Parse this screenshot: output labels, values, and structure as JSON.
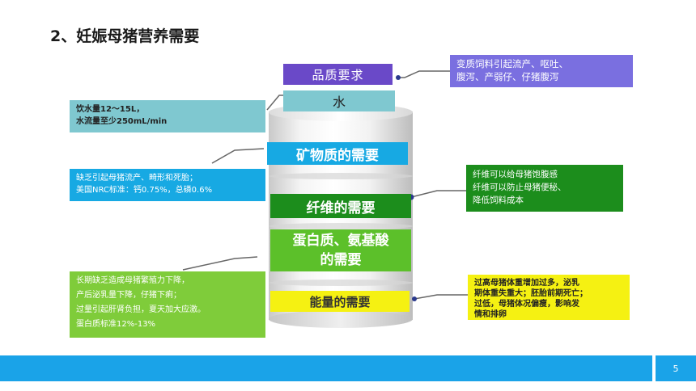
{
  "title": "2、妊娠母猪营养需要",
  "bands": {
    "quality": "品质要求",
    "water": "水",
    "mineral": "矿物质的需要",
    "fiber": "纤维的需要",
    "protein": "蛋白质、氨基酸的需要",
    "energy": "能量的需要"
  },
  "notes": {
    "quality": [
      "变质饲料引起流产、呕吐、",
      "腹泻、产弱仔、仔猪腹泻"
    ],
    "water": [
      "饮水量12～15L，",
      "水流量至少250mL/min"
    ],
    "mineral": [
      "缺乏引起母猪流产、畸形和死胎；",
      "美国NRC标准：钙0.75%，总磷0.6%"
    ],
    "fiber": [
      "纤维可以给母猪饱腹感",
      "纤维可以防止母猪便秘、",
      "降低饲料成本"
    ],
    "protein": [
      "长期缺乏造成母猪繁殖力下降，",
      "产后泌乳量下降，仔猪下痢；",
      "过量引起肝肾负担，夏天加大应激。",
      "蛋白质标准12%-13%"
    ],
    "energy": [
      "过高母猪体重增加过多，泌乳",
      "期体重失重大；胚胎前期死亡；",
      "过低，母猪体况偏瘦，影响发",
      "情和排卵"
    ]
  },
  "footer": {
    "page_number": "5"
  },
  "colors": {
    "quality": "#6a49c8",
    "water": "#7fc8d0",
    "mineral": "#17a9e3",
    "fiber": "#1c8d1c",
    "protein": "#5cc02a",
    "energy": "#f5f112",
    "footer": "#1aa3e8"
  }
}
